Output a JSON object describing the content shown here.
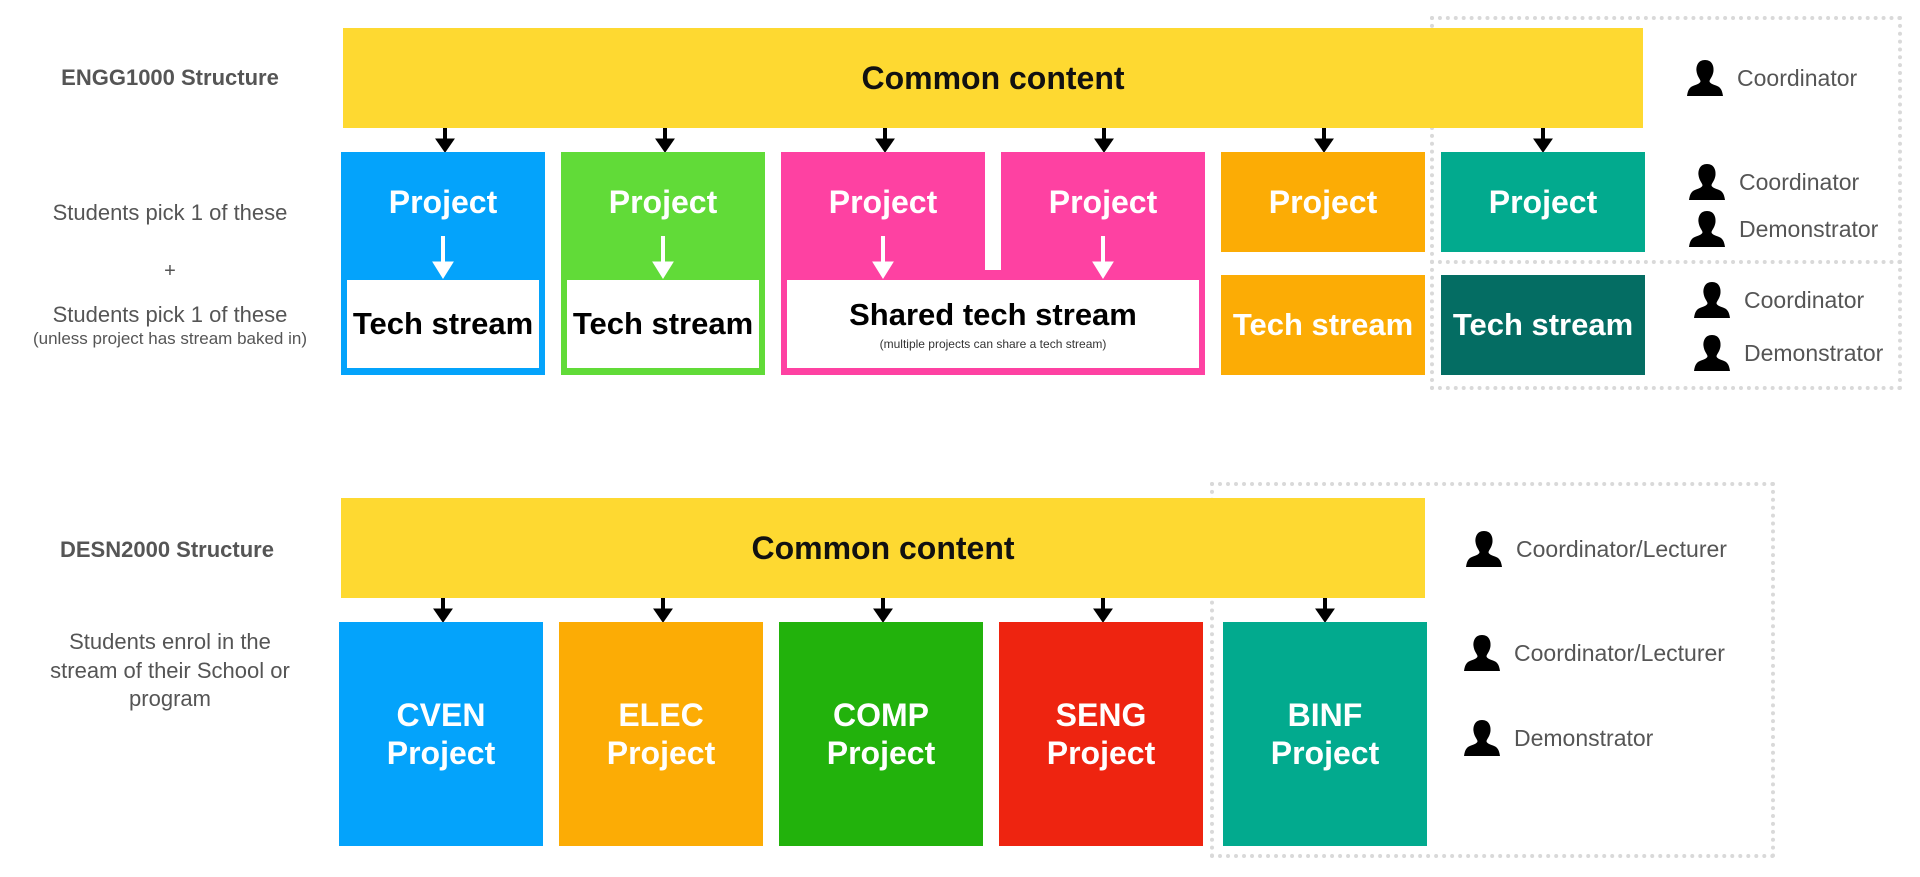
{
  "engg": {
    "title": "ENGG1000 Structure",
    "pick_projects": "Students pick 1 of these",
    "plus": "+",
    "pick_streams": "Students pick 1 of these",
    "pick_streams_note": "(unless project has stream baked in)",
    "common": "Common content",
    "project_label": "Project",
    "tech_label": "Tech stream",
    "shared_tech": "Shared tech stream",
    "shared_note": "(multiple projects can share a tech stream)",
    "roles": {
      "top": "Coordinator",
      "project_coord": "Coordinator",
      "project_demo": "Demonstrator",
      "stream_coord": "Coordinator",
      "stream_demo": "Demonstrator"
    }
  },
  "desn": {
    "title": "DESN2000 Structure",
    "enrol_text": "Students enrol in the stream of their School or program",
    "common": "Common content",
    "projects": [
      {
        "code": "CVEN",
        "label": "Project",
        "color": "#04a3fb"
      },
      {
        "code": "ELEC",
        "label": "Project",
        "color": "#fcac05"
      },
      {
        "code": "COMP",
        "label": "Project",
        "color": "#22b20c"
      },
      {
        "code": "SENG",
        "label": "Project",
        "color": "#ee2410"
      },
      {
        "code": "BINF",
        "label": "Project",
        "color": "#02aa8e"
      }
    ],
    "roles": {
      "top": "Coordinator/Lecturer",
      "mid": "Coordinator/Lecturer",
      "demo": "Demonstrator"
    }
  },
  "colors": {
    "common": "#fed931",
    "blue": "#04a3fb",
    "green": "#61db38",
    "pink": "#fe41a2",
    "orange": "#fcac05",
    "teal": "#02aa8e",
    "dark_teal": "#046d63"
  }
}
